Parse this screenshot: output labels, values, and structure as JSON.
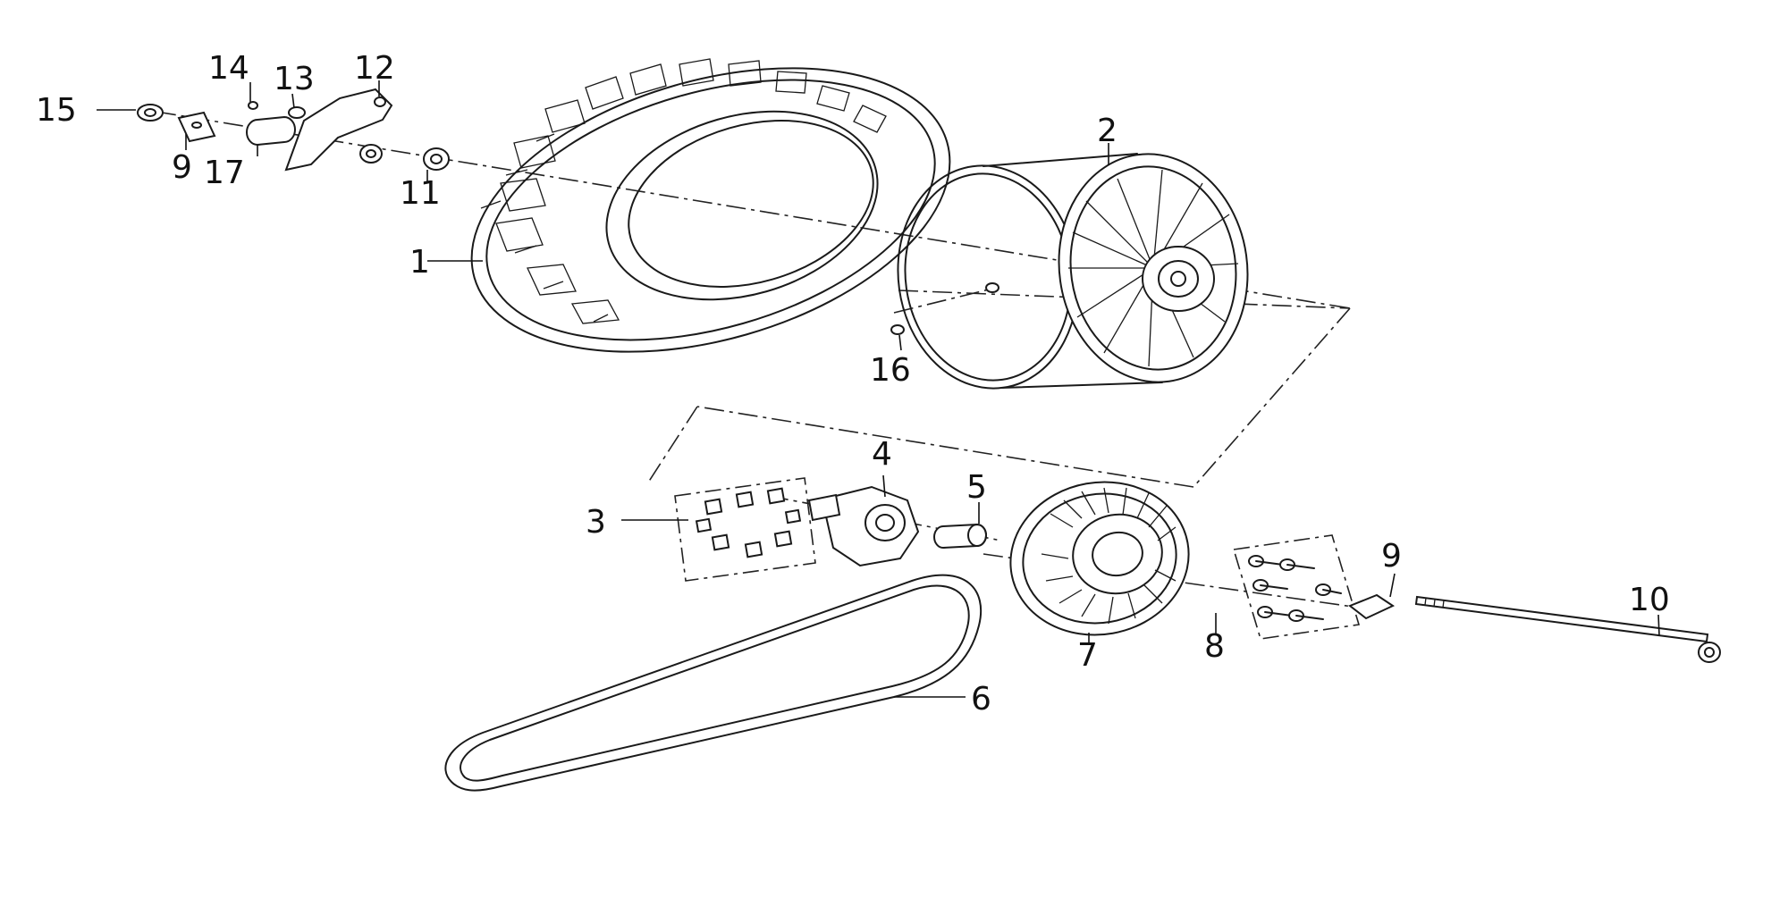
{
  "diagram": {
    "colors": {
      "line": "#1a1a1a",
      "background": "#ffffff"
    },
    "callouts": [
      {
        "id": "c1",
        "number": "1"
      },
      {
        "id": "c2",
        "number": "2"
      },
      {
        "id": "c3",
        "number": "3"
      },
      {
        "id": "c4",
        "number": "4"
      },
      {
        "id": "c5",
        "number": "5"
      },
      {
        "id": "c6",
        "number": "6"
      },
      {
        "id": "c7",
        "number": "7"
      },
      {
        "id": "c8",
        "number": "8"
      },
      {
        "id": "c9a",
        "number": "9"
      },
      {
        "id": "c9b",
        "number": "9"
      },
      {
        "id": "c10",
        "number": "10"
      },
      {
        "id": "c11",
        "number": "11"
      },
      {
        "id": "c12",
        "number": "12"
      },
      {
        "id": "c13",
        "number": "13"
      },
      {
        "id": "c14",
        "number": "14"
      },
      {
        "id": "c15",
        "number": "15"
      },
      {
        "id": "c16",
        "number": "16"
      },
      {
        "id": "c17",
        "number": "17"
      }
    ]
  }
}
